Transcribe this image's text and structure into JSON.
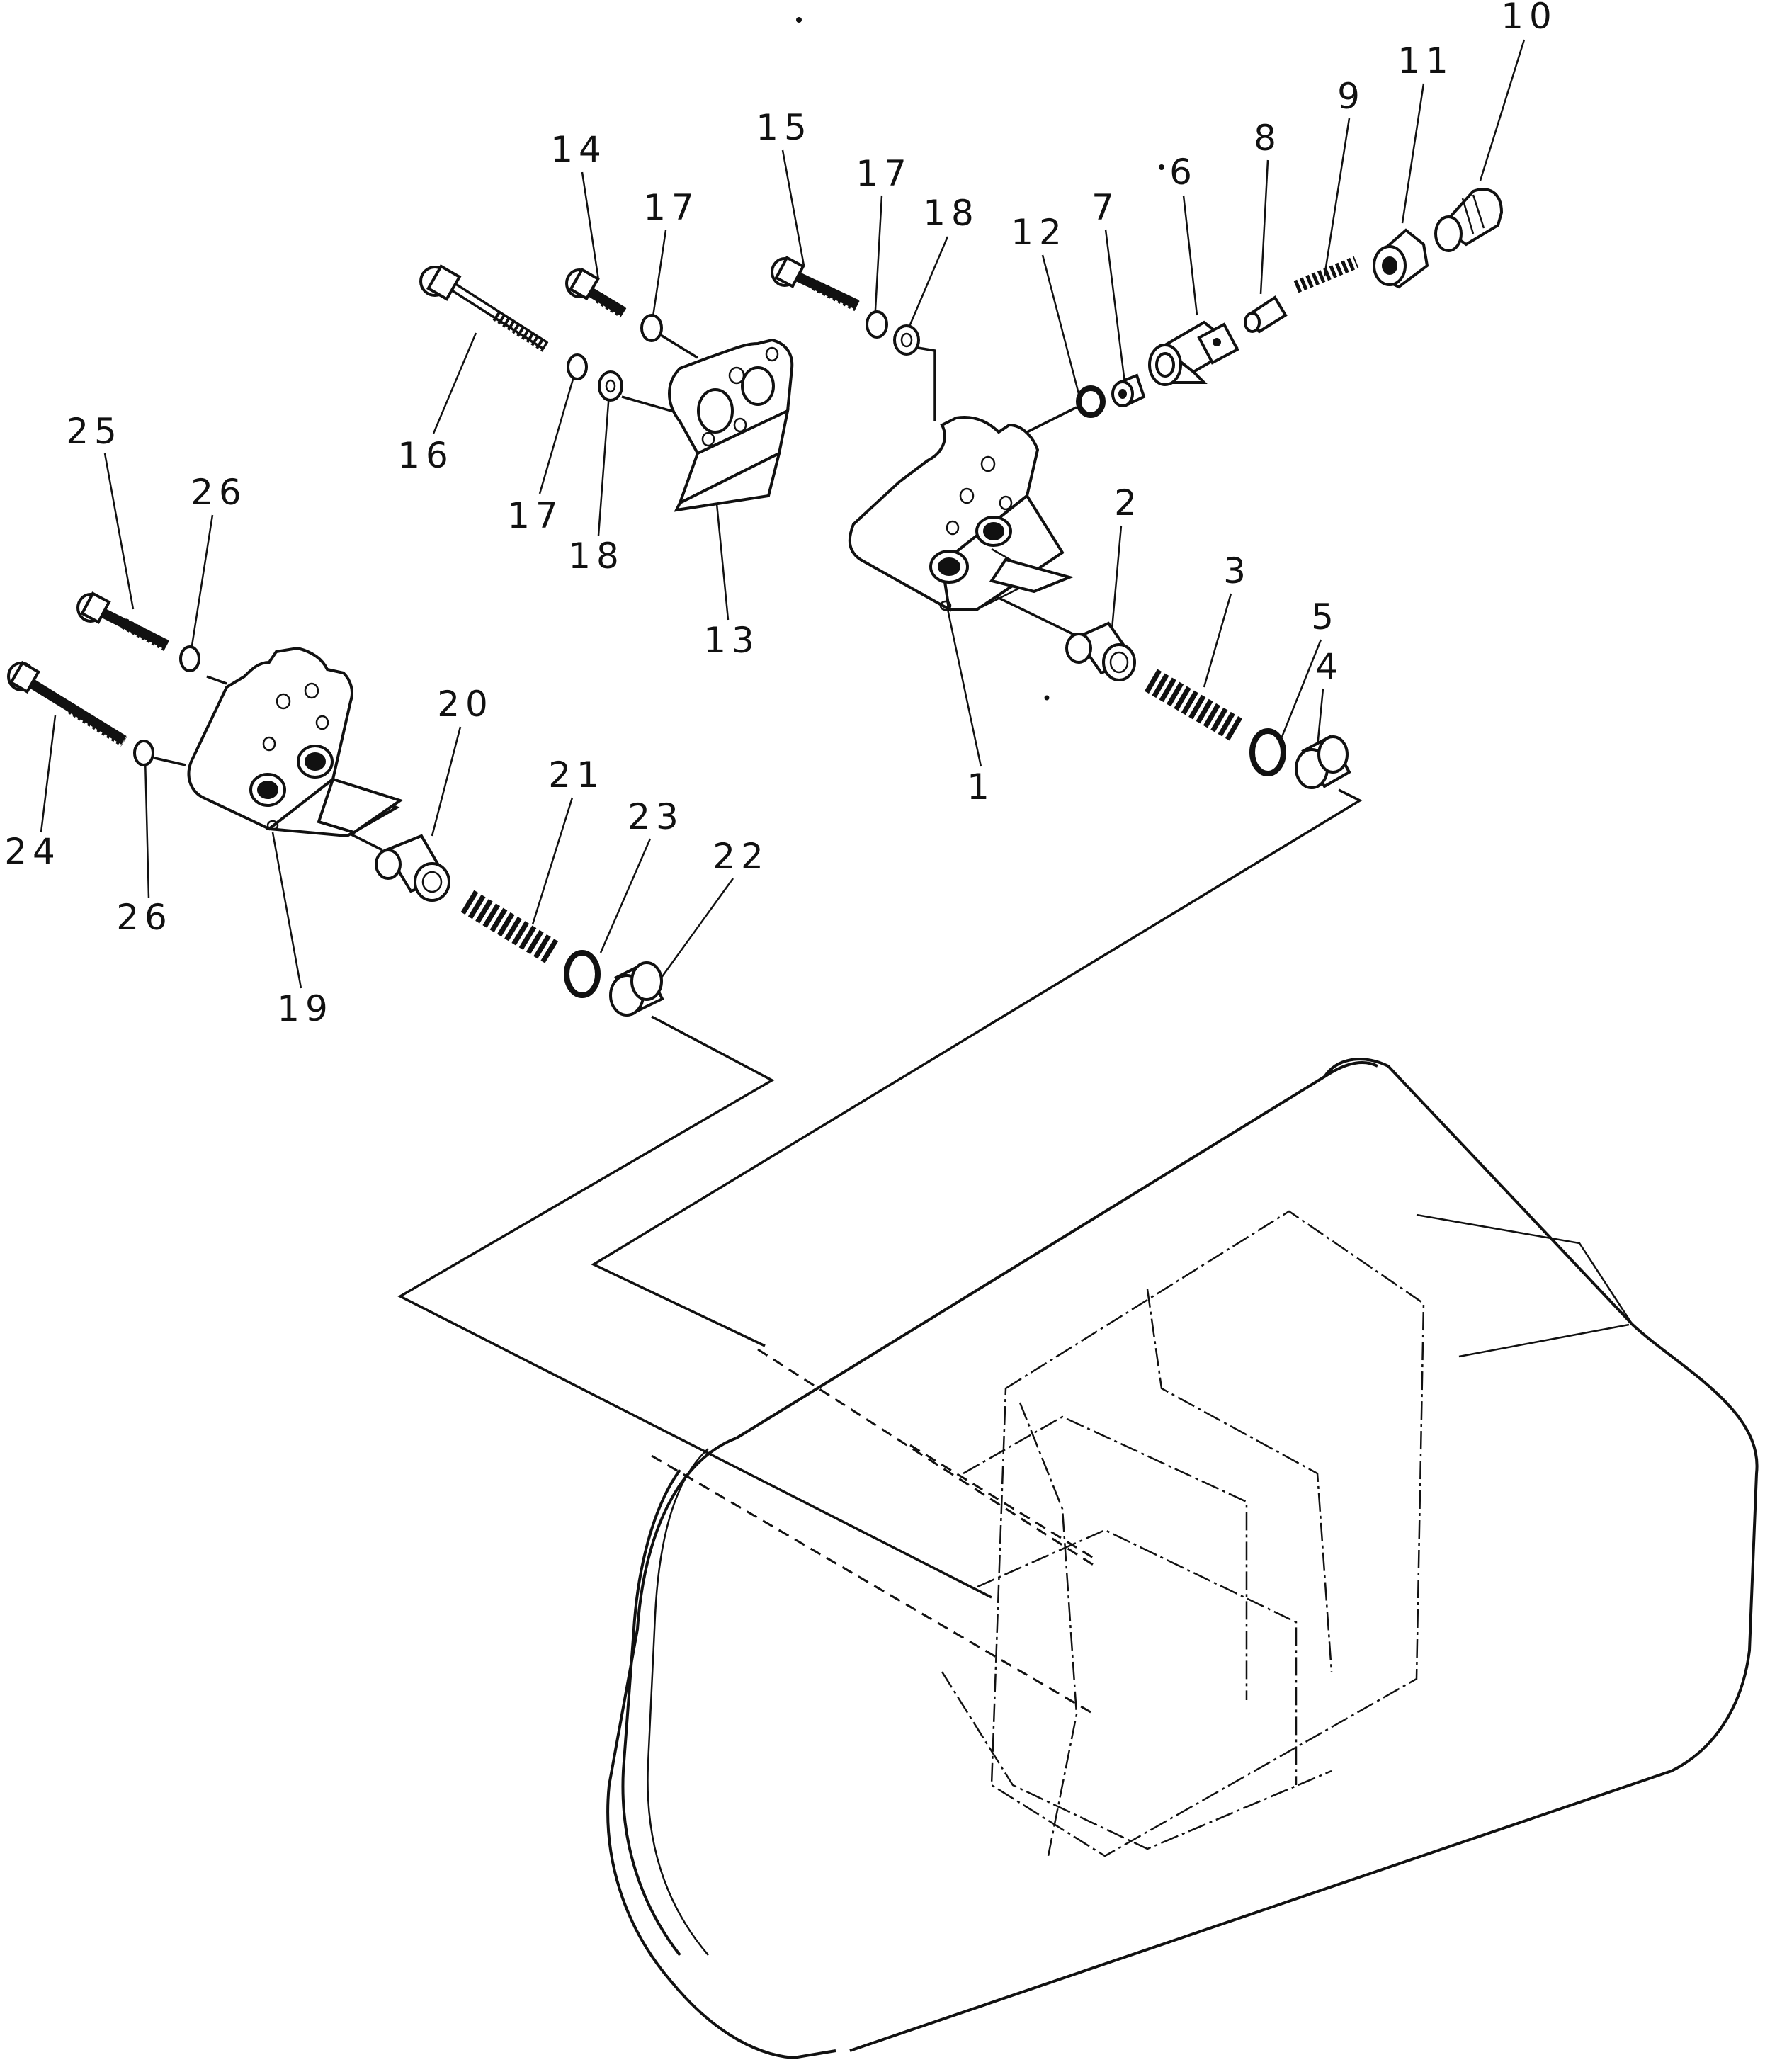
{
  "labels": [
    {
      "id": "1",
      "text": "1"
    },
    {
      "id": "2",
      "text": "2"
    },
    {
      "id": "3",
      "text": "3"
    },
    {
      "id": "4",
      "text": "4"
    },
    {
      "id": "5",
      "text": "5"
    },
    {
      "id": "6",
      "text": "6"
    },
    {
      "id": "7",
      "text": "7"
    },
    {
      "id": "8",
      "text": "8"
    },
    {
      "id": "9",
      "text": "9"
    },
    {
      "id": "10",
      "text": "10"
    },
    {
      "id": "11",
      "text": "11"
    },
    {
      "id": "12",
      "text": "12"
    },
    {
      "id": "13",
      "text": "13"
    },
    {
      "id": "14",
      "text": "14"
    },
    {
      "id": "15",
      "text": "15"
    },
    {
      "id": "16",
      "text": "16"
    },
    {
      "id": "17a",
      "text": "17"
    },
    {
      "id": "17b",
      "text": "17"
    },
    {
      "id": "17c",
      "text": "17"
    },
    {
      "id": "18a",
      "text": "18"
    },
    {
      "id": "18b",
      "text": "18"
    },
    {
      "id": "19",
      "text": "19"
    },
    {
      "id": "20",
      "text": "20"
    },
    {
      "id": "21",
      "text": "21"
    },
    {
      "id": "22",
      "text": "22"
    },
    {
      "id": "23",
      "text": "23"
    },
    {
      "id": "24",
      "text": "24"
    },
    {
      "id": "25",
      "text": "25"
    },
    {
      "id": "26a",
      "text": "26"
    },
    {
      "id": "26b",
      "text": "26"
    }
  ]
}
